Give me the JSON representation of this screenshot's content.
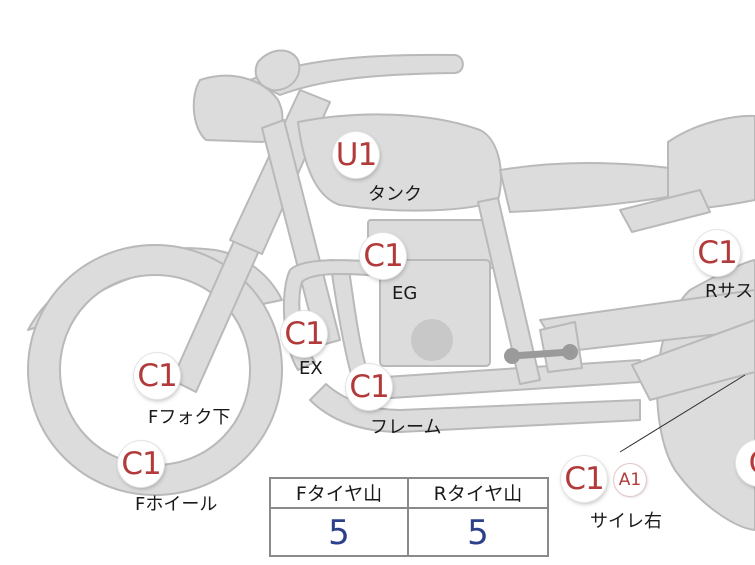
{
  "parts": [
    {
      "code": "U1",
      "label": "タンク"
    },
    {
      "code": "C1",
      "label": "EG"
    },
    {
      "code": "C1",
      "label": "EX"
    },
    {
      "code": "C1",
      "label": "Fフォク下"
    },
    {
      "code": "C1",
      "label": "フレーム"
    },
    {
      "code": "C1",
      "label": "Fホイール"
    },
    {
      "code": "C1",
      "label": "Rサス"
    },
    {
      "code": "C1",
      "label": "サイレ右",
      "sub_code": "A1"
    },
    {
      "code": "C"
    }
  ],
  "tire_table": {
    "headers": [
      "Fタイヤ山",
      "Rタイヤ山"
    ],
    "values": [
      "5",
      "5"
    ]
  },
  "colors": {
    "body_fill": "#dcdcdc",
    "body_stroke": "#b9b9b9",
    "badge_text": "#b23a3a",
    "value_text": "#2c3f8a"
  }
}
